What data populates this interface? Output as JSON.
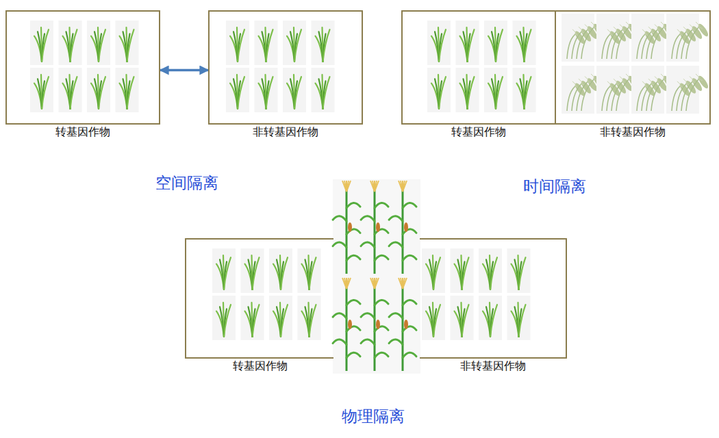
{
  "diagram": {
    "nodes": [
      {
        "text": [
          "转基因作物"
        ]
      },
      {
        "text": [
          "非转基因作物"
        ]
      },
      {
        "text": [
          "转基因作物"
        ]
      },
      {
        "text": [
          "非转基因作物"
        ]
      },
      {
        "text": [
          "转基因作物"
        ]
      },
      {
        "text": [
          "非转基因作物"
        ]
      }
    ],
    "edges": [
      {
        "from": 0,
        "to": 1,
        "arrow": "both"
      }
    ],
    "labels": [
      "空间隔离",
      "时间隔离",
      "物理隔离"
    ]
  }
}
